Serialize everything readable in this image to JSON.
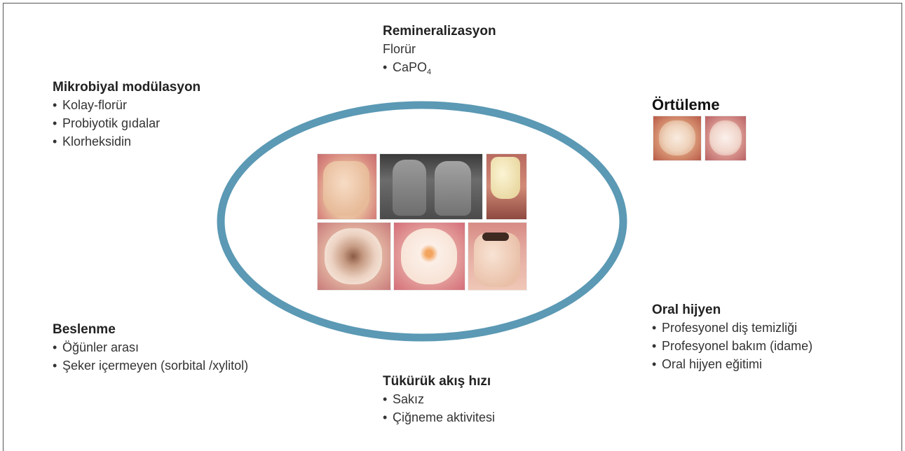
{
  "colors": {
    "ring": "#5b99b4",
    "text": "#333333"
  },
  "remineralization": {
    "title": "Remineralizasyon",
    "line1": "Florür",
    "item_main": "CaPO",
    "item_sub": "4"
  },
  "microbial": {
    "title": "Mikrobiyal modülasyon",
    "items": [
      "Kolay-florür",
      "Probiyotik gıdalar",
      "Klorheksidin"
    ]
  },
  "sealing": {
    "title": "Örtüleme"
  },
  "nutrition": {
    "title": "Beslenme",
    "items": [
      "Öğünler arası",
      "Şeker içermeyen (sorbital /xylitol)"
    ]
  },
  "oral_hygiene": {
    "title": "Oral hijyen",
    "items": [
      "Profesyonel diş temizliği",
      "Profesyonel bakım (idame)",
      "Oral hijyen eğitimi"
    ]
  },
  "saliva": {
    "title": "Tükürük akış hızı",
    "items": [
      "Sakız",
      "Çiğneme aktivitesi"
    ]
  },
  "bullet": "•"
}
